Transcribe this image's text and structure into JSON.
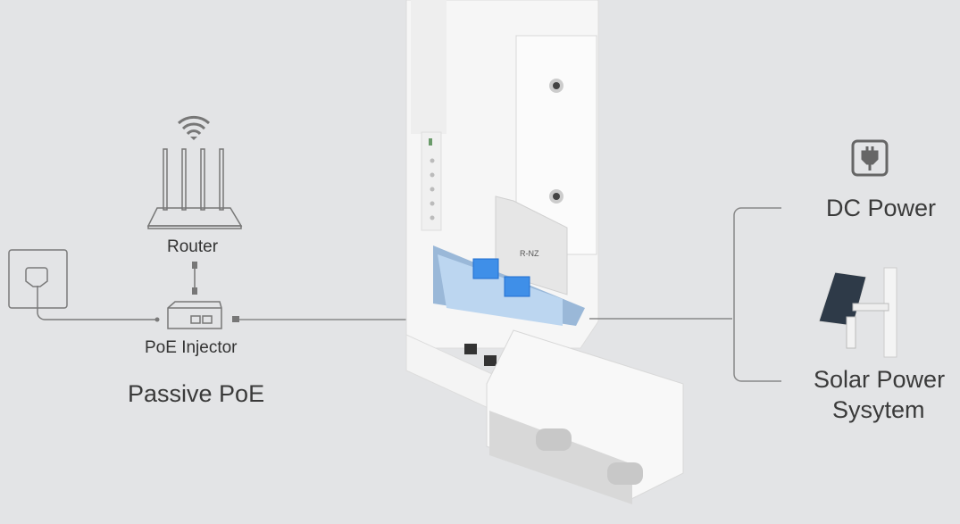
{
  "left": {
    "router_label": "Router",
    "injector_label": "PoE Injector",
    "section_title": "Passive PoE"
  },
  "right": {
    "dc_label": "DC Power",
    "solar_label_line1": "Solar Power",
    "solar_label_line2": "Sysytem"
  },
  "device": {
    "label_mark": "R-NZ"
  },
  "colors": {
    "background": "#e3e4e6",
    "line": "#8a8a8a",
    "port_glow": "#3f8fe8"
  }
}
